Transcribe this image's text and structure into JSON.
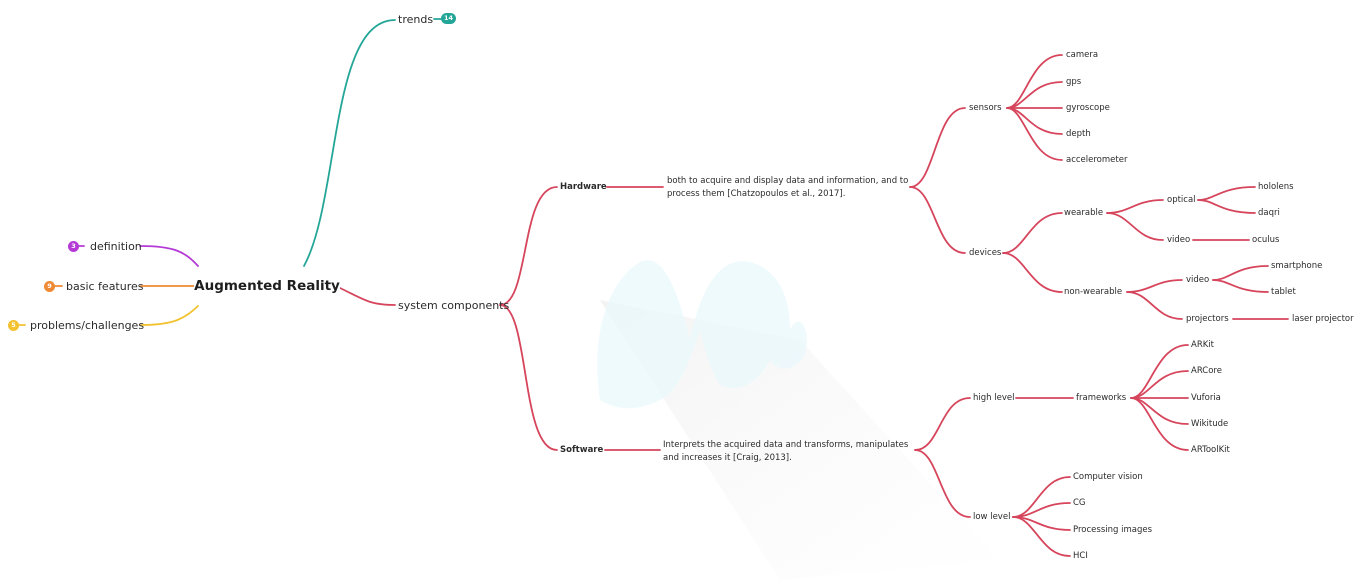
{
  "root": {
    "label": "Augmented Reality"
  },
  "left_branches": [
    {
      "label": "definition",
      "count": "3",
      "color": "#b43ad6"
    },
    {
      "label": "basic features",
      "count": "9",
      "color": "#ef8a34"
    },
    {
      "label": "problems/challenges",
      "count": "5",
      "color": "#f2c230"
    }
  ],
  "trends": {
    "label": "trends",
    "count": "14",
    "color": "#23a697"
  },
  "system": {
    "label": "system components",
    "color": "#d6455c",
    "hardware": {
      "label": "Hardware",
      "description": [
        "both to acquire and display data and information, and to",
        "process them [Chatzopoulos et al., 2017]."
      ],
      "sensors": {
        "label": "sensors",
        "items": [
          "camera",
          "gps",
          "gyroscope",
          "depth",
          "accelerometer"
        ]
      },
      "devices": {
        "label": "devices",
        "wearable": {
          "label": "wearable",
          "optical": {
            "label": "optical",
            "items": [
              "hololens",
              "daqri"
            ]
          },
          "video": {
            "label": "video",
            "items": [
              "oculus"
            ]
          }
        },
        "non_wearable": {
          "label": "non-wearable",
          "video": {
            "label": "video",
            "items": [
              "smartphone",
              "tablet"
            ]
          },
          "projectors": {
            "label": "projectors",
            "items": [
              "laser projector"
            ]
          }
        }
      }
    },
    "software": {
      "label": "Software",
      "description": [
        "Interprets the acquired data and transforms, manipulates",
        "and increases it [Craig, 2013]."
      ],
      "high_level": {
        "label": "high level",
        "frameworks": {
          "label": "frameworks",
          "items": [
            "ARKit",
            "ARCore",
            "Vuforia",
            "Wikitude",
            "ARToolKit"
          ]
        }
      },
      "low_level": {
        "label": "low level",
        "items": [
          "Computer vision",
          "CG",
          "Processing images",
          "HCI"
        ]
      }
    }
  },
  "watermark": {
    "icon": "mindmeister-logo-icon"
  }
}
